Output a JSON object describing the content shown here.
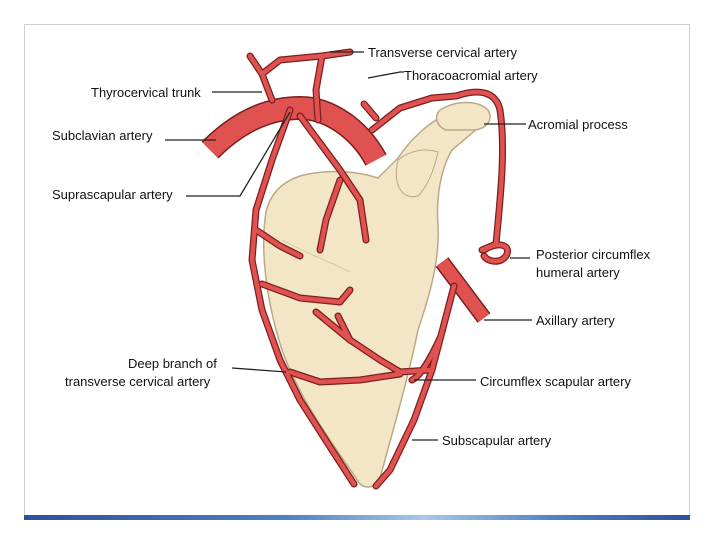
{
  "labels": {
    "transverse_cervical_artery": "Transverse cervical artery",
    "thoracoacromial_artery": "Thoracoacromial artery",
    "thyrocervical_trunk": "Thyrocervical trunk",
    "subclavian_artery": "Subclavian artery",
    "acromial_process": "Acromial process",
    "suprascapular_artery": "Suprascapular artery",
    "posterior_circumflex_line1": "Posterior circumflex",
    "posterior_circumflex_line2": "humeral artery",
    "axillary_artery": "Axillary artery",
    "deep_branch_line1": "Deep branch of",
    "deep_branch_line2": "transverse cervical artery",
    "circumflex_scapular_artery": "Circumflex scapular artery",
    "subscapular_artery": "Subscapular artery"
  },
  "colors": {
    "artery": "#e0524f",
    "artery_outline": "#7a1e1e",
    "bone": "#f3e6c6",
    "bone_outline": "#b9a987",
    "leader": "#222222",
    "bar_start": "#2f4f9f",
    "bar_end": "#7aa7d8"
  }
}
